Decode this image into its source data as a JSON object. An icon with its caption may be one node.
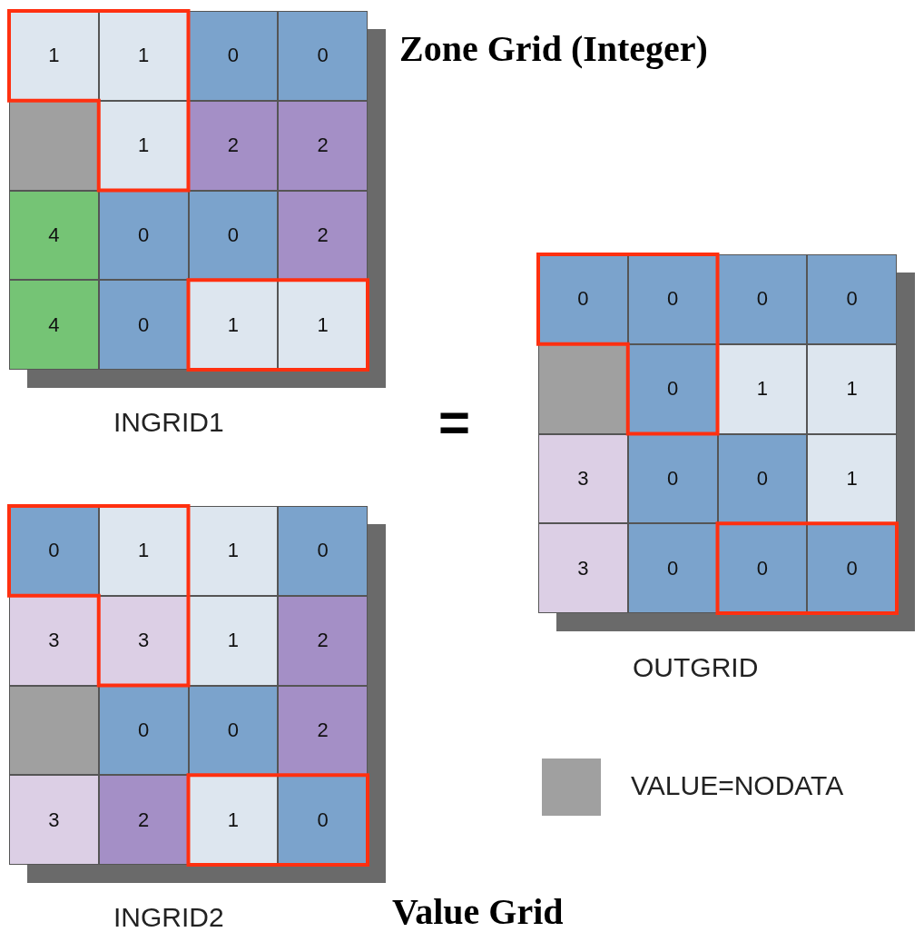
{
  "diagram": {
    "nodes": [
      {
        "text": [],
        "shape": "box",
        "beside": [
          "Zone Grid (Integer)",
          "INGRID1"
        ]
      },
      {
        "text": [
          "1"
        ],
        "in": 0
      },
      {
        "text": [
          "1"
        ],
        "in": 0
      },
      {
        "text": [
          "0"
        ],
        "in": 0
      },
      {
        "text": [
          "0"
        ],
        "in": 0
      },
      {
        "text": [],
        "shape": "box",
        "in": 0
      },
      {
        "text": [
          "1"
        ],
        "in": 0
      },
      {
        "text": [
          "2"
        ],
        "in": 0
      },
      {
        "text": [
          "2"
        ],
        "in": 0
      },
      {
        "text": [
          "4"
        ],
        "in": 0
      },
      {
        "text": [
          "0"
        ],
        "in": 0
      },
      {
        "text": [
          "0"
        ],
        "in": 0
      },
      {
        "text": [
          "2"
        ],
        "in": 0
      },
      {
        "text": [
          "4"
        ],
        "in": 0
      },
      {
        "text": [
          "0"
        ],
        "in": 0
      },
      {
        "text": [
          "1"
        ],
        "in": 0
      },
      {
        "text": [
          "1"
        ],
        "in": 0
      },
      {
        "text": [],
        "shape": "box",
        "beside": [
          "OUTGRID"
        ]
      },
      {
        "text": [
          "0"
        ],
        "in": 17
      },
      {
        "text": [
          "0"
        ],
        "in": 17
      },
      {
        "text": [
          "0"
        ],
        "in": 17
      },
      {
        "text": [
          "0"
        ],
        "in": 17
      },
      {
        "text": [],
        "shape": "box",
        "in": 17
      },
      {
        "text": [
          "0"
        ],
        "in": 17
      },
      {
        "text": [
          "1"
        ],
        "in": 17
      },
      {
        "text": [
          "1"
        ],
        "in": 17
      },
      {
        "text": [
          "3"
        ],
        "in": 17
      },
      {
        "text": [
          "0"
        ],
        "in": 17
      },
      {
        "text": [
          "0"
        ],
        "in": 17
      },
      {
        "text": [
          "1"
        ],
        "in": 17
      },
      {
        "text": [
          "3"
        ],
        "in": 17
      },
      {
        "text": [
          "0"
        ],
        "in": 17
      },
      {
        "text": [
          "0"
        ],
        "in": 17
      },
      {
        "text": [
          "0"
        ],
        "in": 17
      },
      {
        "text": [],
        "shape": "box",
        "beside": [
          "INGRID2",
          "Value Grid"
        ]
      },
      {
        "text": [
          "0"
        ],
        "in": 34
      },
      {
        "text": [
          "1"
        ],
        "in": 34
      },
      {
        "text": [
          "1"
        ],
        "in": 34
      },
      {
        "text": [
          "0"
        ],
        "in": 34
      },
      {
        "text": [
          "3"
        ],
        "in": 34
      },
      {
        "text": [
          "3"
        ],
        "in": 34
      },
      {
        "text": [
          "1"
        ],
        "in": 34
      },
      {
        "text": [
          "2"
        ],
        "in": 34
      },
      {
        "text": [],
        "shape": "box",
        "in": 34
      },
      {
        "text": [
          "0"
        ],
        "in": 34
      },
      {
        "text": [
          "0"
        ],
        "in": 34
      },
      {
        "text": [
          "2"
        ],
        "in": 34
      },
      {
        "text": [
          "3"
        ],
        "in": 34
      },
      {
        "text": [
          "2"
        ],
        "in": 34
      },
      {
        "text": [
          "1"
        ],
        "in": 34
      },
      {
        "text": [
          "0"
        ],
        "in": 34
      }
    ],
    "labels": [
      "="
    ],
    "legend": [
      {
        "text": "VALUE=NODATA",
        "color": "#a0a0a0"
      }
    ]
  }
}
